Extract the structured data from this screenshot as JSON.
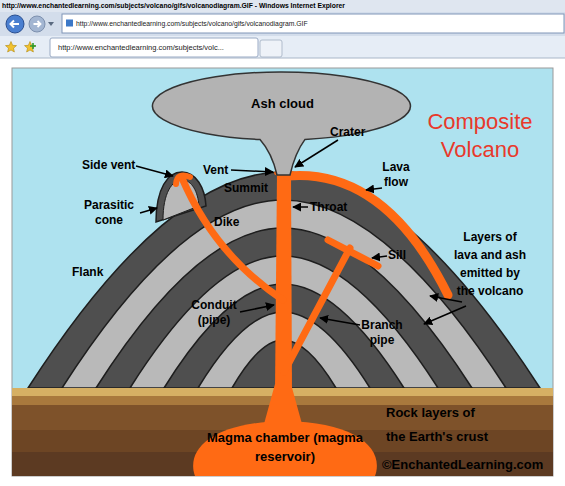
{
  "diagram": {
    "title": "Composite Volcano",
    "nodes": [
      {
        "text": [
          "Ash cloud"
        ]
      },
      {
        "text": [
          "Rock layers of the Earth's crust"
        ]
      },
      {
        "text": [
          "Magma chamber (magma reservoir)"
        ],
        "in": 1
      }
    ],
    "labels": [
      "http://www.enchantedlearning.com/subjects/volcano/gifs/volcanodiagram.GIF - Windows Internet Explorer",
      "http://www.enchantedlearning.com/subjects/volcano/gifs/volcanodiagram.GIF",
      "http://www.enchantedlearning.com/subjects/volc...",
      "Crater",
      "Side vent",
      "Vent",
      "Summit",
      "Lava flow",
      "Parasitic cone",
      "Dike",
      "Throat",
      "Layers of lava and ash emitted by the volcano",
      "Sill",
      "Flank",
      "Conduit (pipe)",
      "Branch pipe",
      "©EnchantedLearning.com"
    ]
  }
}
